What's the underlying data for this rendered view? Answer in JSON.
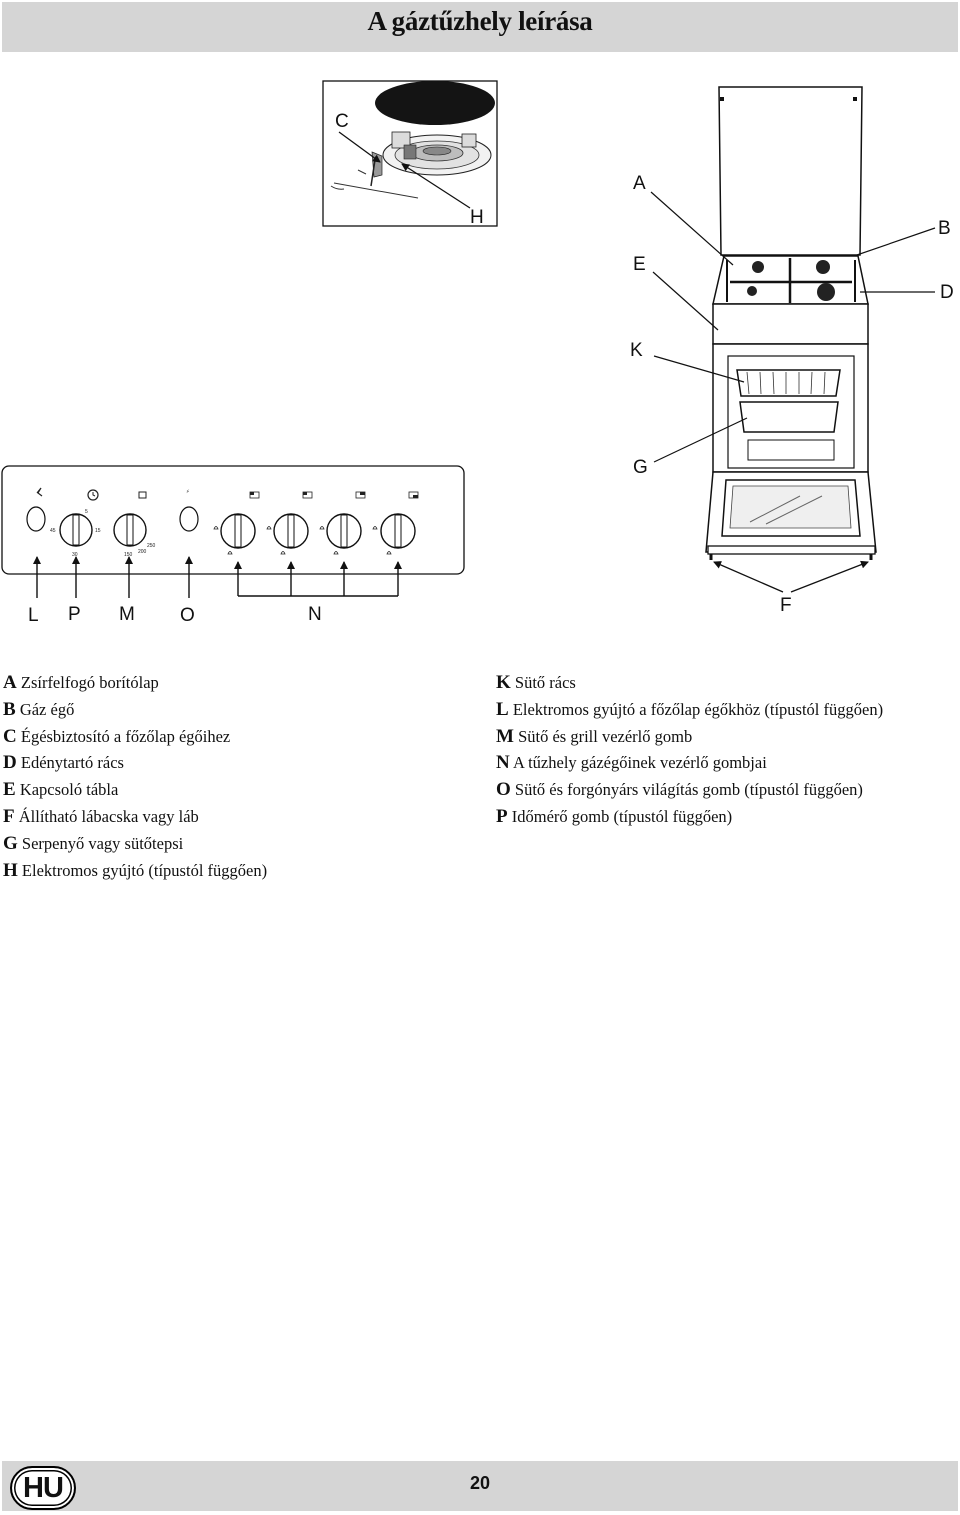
{
  "title": "A gáztűzhely leírása",
  "diagram": {
    "callouts": {
      "A": "A",
      "B": "B",
      "C": "C",
      "D": "D",
      "E": "E",
      "F": "F",
      "G": "G",
      "H": "H",
      "K": "K",
      "L": "L",
      "M": "M",
      "N": "N",
      "O": "O",
      "P": "P"
    },
    "timer_scale": [
      "5",
      "15",
      "30",
      "45"
    ],
    "oven_scale": [
      "150",
      "200",
      "250"
    ]
  },
  "legend_left": [
    {
      "letter": "A",
      "text": "Zsírfelfogó borítólap"
    },
    {
      "letter": "B",
      "text": "Gáz égő"
    },
    {
      "letter": "C",
      "text": "Égésbiztosító a főzőlap égőihez"
    },
    {
      "letter": "D",
      "text": "Edénytartó rács"
    },
    {
      "letter": "E",
      "text": "Kapcsoló tábla"
    },
    {
      "letter": "F",
      "text": "Állítható lábacska vagy láb"
    },
    {
      "letter": "G",
      "text": "Serpenyő vagy sütőtepsi"
    },
    {
      "letter": "H",
      "text": "Elektromos gyújtó (típustól függően)"
    }
  ],
  "legend_right": [
    {
      "letter": "K",
      "text": "Sütő rács"
    },
    {
      "letter": "L",
      "text": "Elektromos gyújtó a főzőlap égőkhöz (típustól függően)"
    },
    {
      "letter": "M",
      "text": "Sütő és grill vezérlő gomb"
    },
    {
      "letter": "N",
      "text": "A tűzhely gázégőinek vezérlő gombjai"
    },
    {
      "letter": "O",
      "text": "Sütő és forgónyárs világítás gomb (típustól függően)"
    },
    {
      "letter": "P",
      "text": "Időmérő gomb (típustól függően)"
    }
  ],
  "footer": {
    "language": "HU",
    "page_number": "20"
  }
}
